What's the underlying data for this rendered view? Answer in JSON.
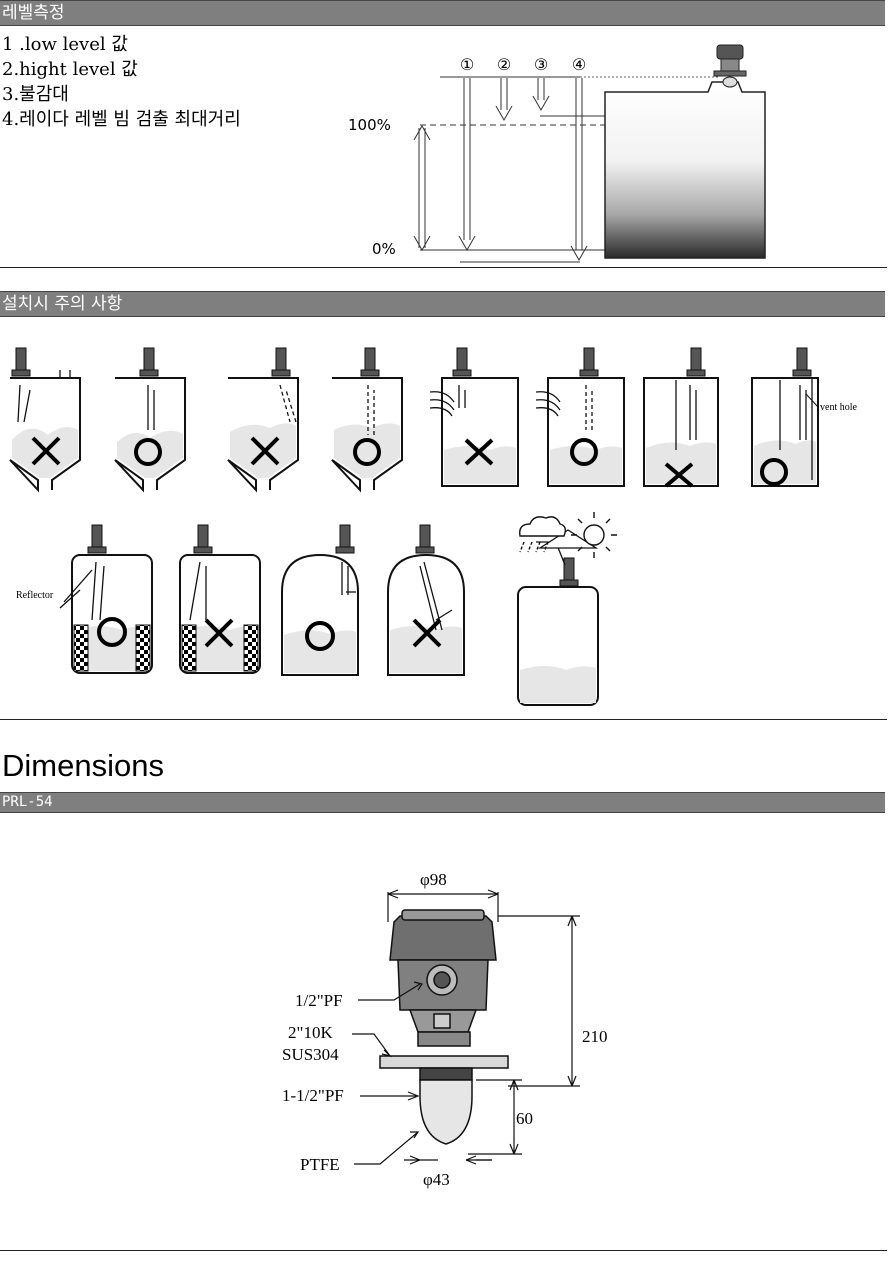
{
  "level_section": {
    "title": "레벨측정",
    "items": [
      "1 .low level  값",
      "2.hight level  값",
      "3.불감대",
      "4.레이다  레벨  빔  검출  최대거리"
    ],
    "diagram": {
      "markers": [
        "①",
        "②",
        "③",
        "④"
      ],
      "pct_100": "100%",
      "pct_0": "0%"
    }
  },
  "install_section": {
    "title": "설치시  주의  사항",
    "labels": {
      "vent_hole": "vent hole",
      "reflector": "Reflector"
    }
  },
  "dimensions": {
    "heading": "Dimensions",
    "model": "PRL-54",
    "labels": {
      "top_diameter": "φ98",
      "height_total": "210",
      "port": "1/2\"PF",
      "flange": "2\"10K",
      "material": "SUS304",
      "thread": "1-1/2\"PF",
      "antenna_height": "60",
      "antenna_material": "PTFE",
      "antenna_diameter": "φ43"
    }
  }
}
